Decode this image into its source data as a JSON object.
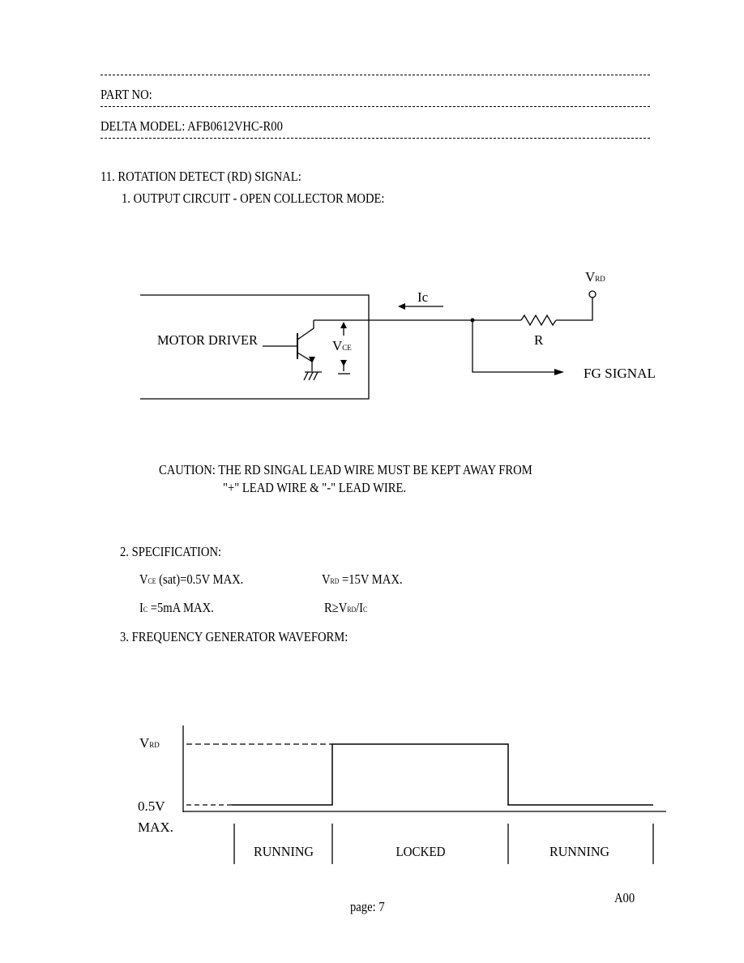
{
  "header": {
    "part_no_label": "PART NO:",
    "delta_model_label": "DELTA MODEL:",
    "delta_model_value": "AFB0612VHC-R00"
  },
  "section": {
    "title": "11. ROTATION DETECT (RD) SIGNAL:",
    "item1": "1. OUTPUT CIRCUIT - OPEN COLLECTOR MODE:",
    "item2": "2. SPECIFICATION:",
    "item3": "3. FREQUENCY GENERATOR WAVEFORM:"
  },
  "circuit": {
    "vrd_main": "V",
    "vrd_sub": "RD",
    "ic_label": "Ic",
    "resistor_label": "R",
    "motor_driver_label": "MOTOR DRIVER",
    "vce_main": "V",
    "vce_sub": "CE",
    "fg_signal_label": "FG SIGNAL"
  },
  "caution": {
    "line1": "CAUTION: THE RD SINGAL LEAD WIRE MUST BE KEPT AWAY FROM",
    "line2": "\"+\" LEAD WIRE & \"-\" LEAD WIRE."
  },
  "specs": {
    "vce_main": "V",
    "vce_sub": "CE",
    "vce_rest": " (sat)=0.5V MAX.",
    "vrd_main": "V",
    "vrd_sub": "RD",
    "vrd_rest": " =15V MAX.",
    "ic_main": "I",
    "ic_sub": "C",
    "ic_rest": " =5mA MAX.",
    "r_formula": "R≥V",
    "r_sub1": "RD",
    "r_slash": "/I",
    "r_sub2": "C"
  },
  "waveform": {
    "vrd_main": "V",
    "vrd_sub": "RD",
    "low_label_line1": "0.5V",
    "low_label_line2": "MAX.",
    "states": [
      "RUNNING",
      "LOCKED",
      "RUNNING"
    ]
  },
  "footer": {
    "page_label": "page: 7",
    "revision": "A00"
  }
}
